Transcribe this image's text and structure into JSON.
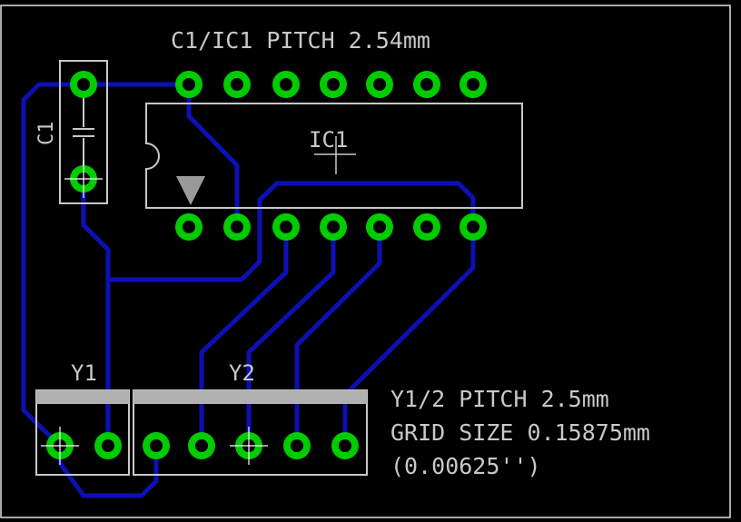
{
  "labels": {
    "pitch_header": "C1/IC1 PITCH 2.54mm",
    "c1": "C1",
    "ic1": "IC1",
    "y1": "Y1",
    "y2": "Y2",
    "note_line1": "Y1/2 PITCH 2.5mm",
    "note_line2": "GRID SIZE 0.15875mm",
    "note_line3": "(0.00625'')"
  },
  "colors": {
    "background": "#000000",
    "board_border": "#e0e0e0",
    "silkscreen": "#c8c8c8",
    "trace": "#0c10b4",
    "pad": "#00cc00"
  }
}
